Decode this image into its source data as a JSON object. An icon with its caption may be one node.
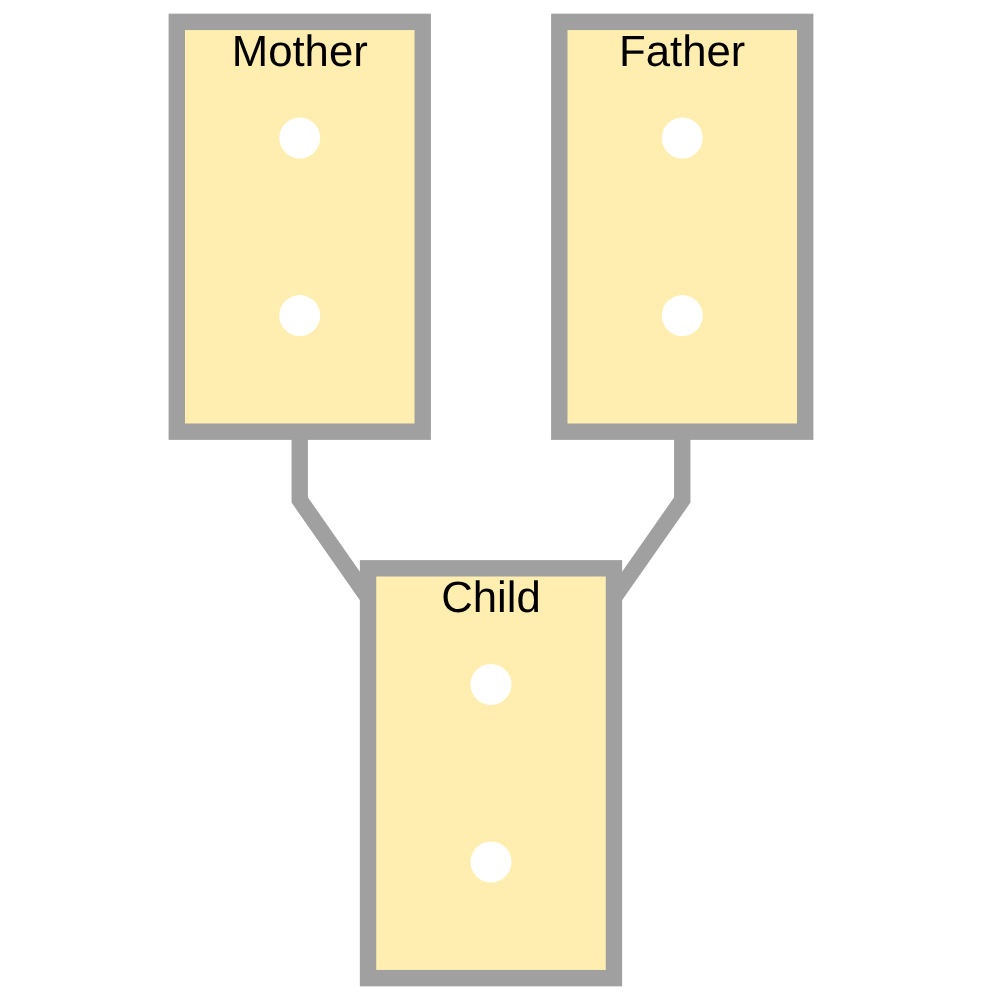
{
  "diagram": {
    "nodes": [
      {
        "text": [
          "Mother"
        ]
      },
      {
        "text": [],
        "shape": "circle",
        "in": 0
      },
      {
        "text": [],
        "shape": "circle",
        "in": 0
      },
      {
        "text": [
          "Father"
        ]
      },
      {
        "text": [],
        "shape": "circle",
        "in": 3
      },
      {
        "text": [],
        "shape": "circle",
        "in": 3
      },
      {
        "text": [
          "Child"
        ]
      },
      {
        "text": [],
        "shape": "circle",
        "in": 6
      },
      {
        "text": [],
        "shape": "circle",
        "in": 6
      }
    ],
    "edges": [
      {
        "from": 0,
        "to": 6,
        "arrow": "none"
      },
      {
        "from": 3,
        "to": 6,
        "arrow": "none"
      }
    ]
  }
}
